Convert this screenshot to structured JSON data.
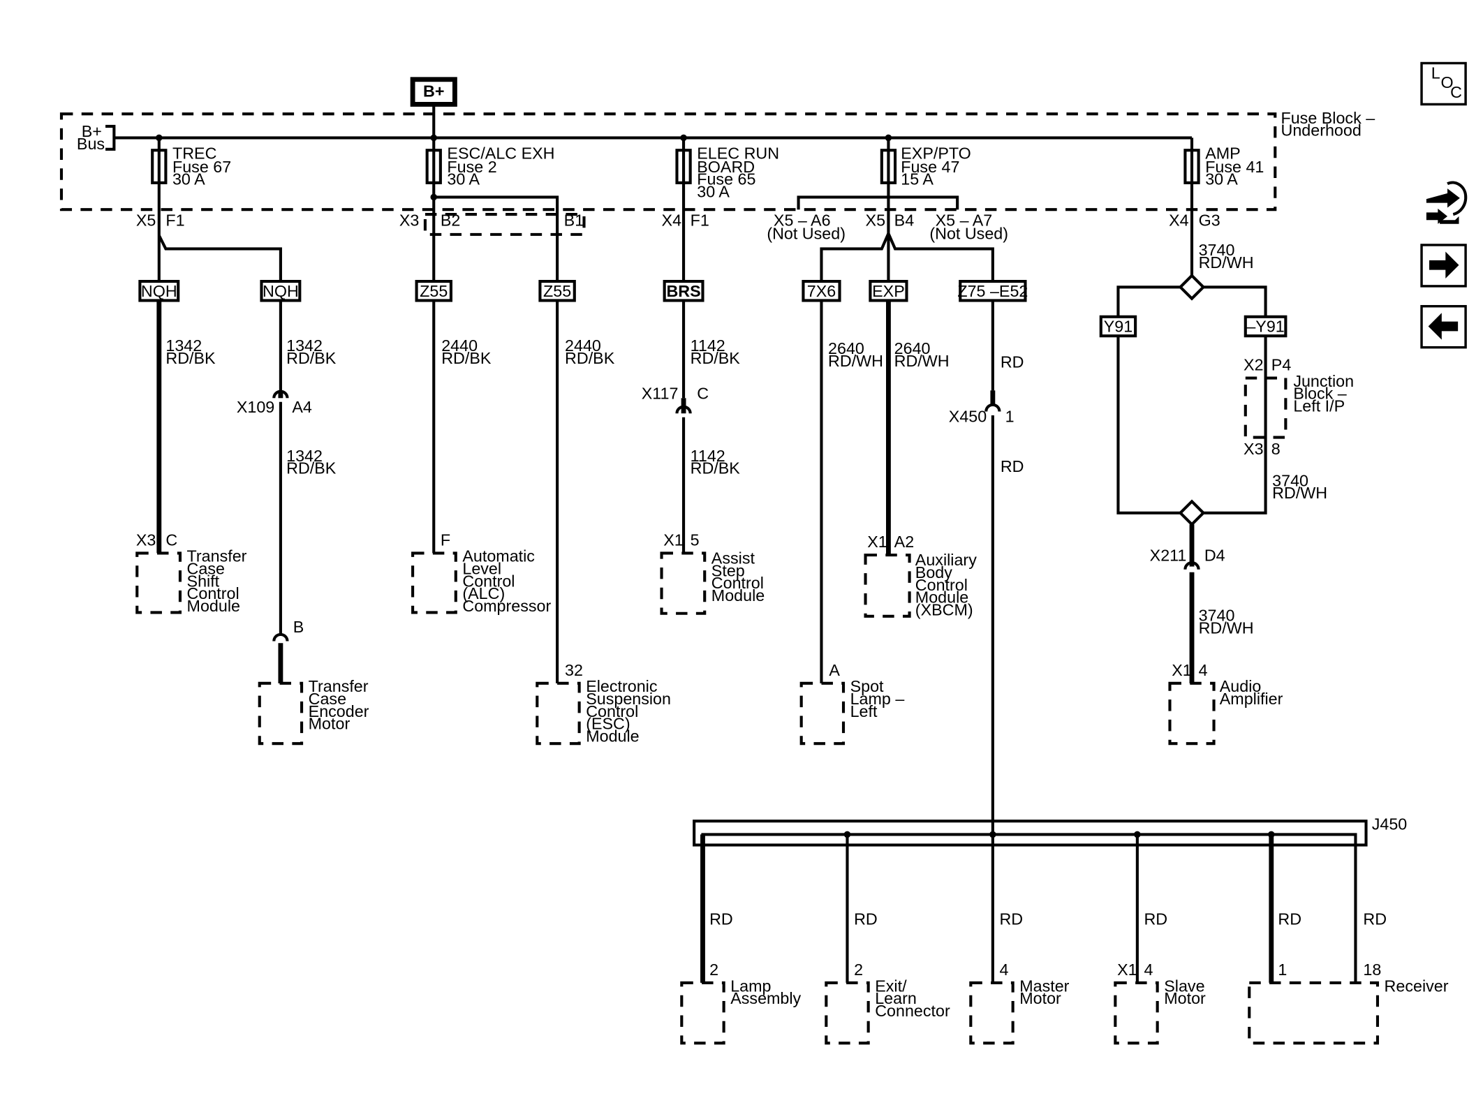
{
  "source": {
    "label": "B+"
  },
  "fuse_block": {
    "bus_label_1": "B+",
    "bus_label_2": "Bus",
    "title_1": "Fuse Block –",
    "title_2": "Underhood",
    "fuses": [
      {
        "l1": "TREC",
        "l2": "Fuse 67",
        "l3": "30 A",
        "l4": ""
      },
      {
        "l1": "ESC/ALC EXH",
        "l2": "Fuse 2",
        "l3": "30 A",
        "l4": ""
      },
      {
        "l1": "ELEC RUN",
        "l2": "BOARD",
        "l3": "Fuse 65",
        "l4": "30 A"
      },
      {
        "l1": "EXP/PTO",
        "l2": "Fuse 47",
        "l3": "15 A",
        "l4": ""
      },
      {
        "l1": "AMP",
        "l2": "Fuse 41",
        "l3": "30 A",
        "l4": ""
      }
    ]
  },
  "connectors": {
    "c1a": "X5",
    "c1b": "F1",
    "c2a": "X3",
    "c2b": "B2",
    "c2c": "B1",
    "c3a": "X4",
    "c3b": "F1",
    "c4a": "X5",
    "c4b": "B4",
    "c4l1": "X5 – A6",
    "c4l2": "(Not Used)",
    "c4r1": "X5 – A7",
    "c4r2": "(Not Used)",
    "c5a": "X4",
    "c5b": "G3"
  },
  "options": {
    "o1": "NQH",
    "o2": "NQH",
    "o3": "Z55",
    "o4": "Z55",
    "o5": "BRS",
    "o6": "7X6",
    "o7": "EXP",
    "o8": "Z75 –E52",
    "o9": "Y91",
    "o10": "–Y91"
  },
  "wires": {
    "w1a": "1342",
    "w1b": "RD/BK",
    "w2a": "1342",
    "w2b": "RD/BK",
    "w2c": "1342",
    "w2d": "RD/BK",
    "w3a": "2440",
    "w3b": "RD/BK",
    "w4a": "2440",
    "w4b": "RD/BK",
    "w5a": "1142",
    "w5b": "RD/BK",
    "w5c": "1142",
    "w5d": "RD/BK",
    "w6a": "2640",
    "w6b": "RD/WH",
    "w7a": "2640",
    "w7b": "RD/WH",
    "w8a": "RD",
    "w8b": "RD",
    "w9a": "3740",
    "w9b": "RD/WH",
    "w10a": "3740",
    "w10b": "RD/WH",
    "w11a": "3740",
    "w11b": "RD/WH",
    "s1": "RD",
    "s2": "RD",
    "s3": "RD",
    "s4": "RD",
    "s5": "RD",
    "s6": "RD"
  },
  "inline": {
    "x109": "X109",
    "x109p": "A4",
    "x117": "X117",
    "x117p": "C",
    "x450": "X450",
    "x450p": "1",
    "x211": "X211",
    "x211p": "D4",
    "enc_pin": "B"
  },
  "junction_block": {
    "l1": "Junction",
    "l2": "Block –",
    "l3": "Left I/P",
    "top_a": "X2",
    "top_b": "P4",
    "bot_a": "X3",
    "bot_b": "8"
  },
  "splice": {
    "label": "J450"
  },
  "components": {
    "transfer_case_shift": {
      "conn": "X3",
      "pin": "C",
      "l1": "Transfer",
      "l2": "Case",
      "l3": "Shift",
      "l4": "Control",
      "l5": "Module"
    },
    "transfer_case_encoder": {
      "l1": "Transfer",
      "l2": "Case",
      "l3": "Encoder",
      "l4": "Motor"
    },
    "alc_compressor": {
      "pin": "F",
      "l1": "Automatic",
      "l2": "Level",
      "l3": "Control",
      "l4": "(ALC)",
      "l5": "Compressor"
    },
    "esc_module": {
      "pin": "32",
      "l1": "Electronic",
      "l2": "Suspension",
      "l3": "Control",
      "l4": "(ESC)",
      "l5": "Module"
    },
    "assist_step": {
      "conn": "X1",
      "pin": "5",
      "l1": "Assist",
      "l2": "Step",
      "l3": "Control",
      "l4": "Module"
    },
    "spot_lamp": {
      "pin": "A",
      "l1": "Spot",
      "l2": "Lamp –",
      "l3": "Left"
    },
    "xbcm": {
      "conn": "X1",
      "pin": "A2",
      "l1": "Auxiliary",
      "l2": "Body",
      "l3": "Control",
      "l4": "Module",
      "l5": "(XBCM)"
    },
    "audio_amp": {
      "conn": "X1",
      "pin": "4",
      "l1": "Audio",
      "l2": "Amplifier"
    },
    "lamp_assembly": {
      "pin": "2",
      "l1": "Lamp",
      "l2": "Assembly"
    },
    "exit_learn": {
      "pin": "2",
      "l1": "Exit/",
      "l2": "Learn",
      "l3": "Connector"
    },
    "master_motor": {
      "pin": "4",
      "l1": "Master",
      "l2": "Motor"
    },
    "slave_motor": {
      "conn": "X1",
      "pin": "4",
      "l1": "Slave",
      "l2": "Motor"
    },
    "receiver": {
      "pin1": "1",
      "pin2": "18",
      "l1": "Receiver"
    }
  },
  "nav": {
    "loc_l": "L",
    "loc_o": "O",
    "loc_c": "C",
    "icons": [
      "wrench-tool-icon",
      "arrow-right-icon",
      "arrow-left-icon"
    ]
  }
}
